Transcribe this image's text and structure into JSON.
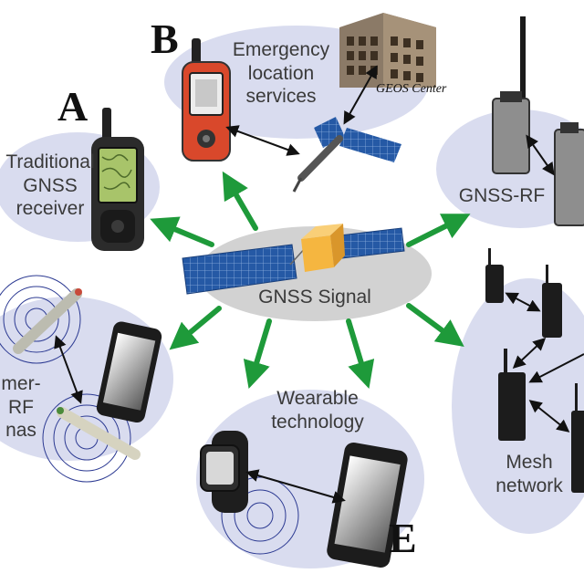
{
  "center": {
    "label": "GNSS Signal"
  },
  "panels": {
    "A": {
      "letter": "A",
      "label_lines": [
        "Traditional",
        "GNSS",
        "receiver"
      ]
    },
    "B": {
      "letter": "B",
      "label_lines": [
        "Emergency",
        "location",
        "services"
      ],
      "sublabel": "GEOS Center"
    },
    "C": {
      "label": "GNSS-RF"
    },
    "D": {
      "label_lines": [
        "mer-",
        "RF",
        "nas"
      ]
    },
    "E": {
      "letter": "E",
      "label_lines": [
        "Wearable",
        "technology"
      ]
    },
    "F": {
      "label_lines": [
        "Mesh",
        "network"
      ]
    }
  },
  "colors": {
    "ellipse": "#d9dcef",
    "center_ellipse": "#d2d2d2",
    "arrow": "#1e9a3a",
    "panel": "#1f5aa8",
    "cube": "#f5b640"
  }
}
